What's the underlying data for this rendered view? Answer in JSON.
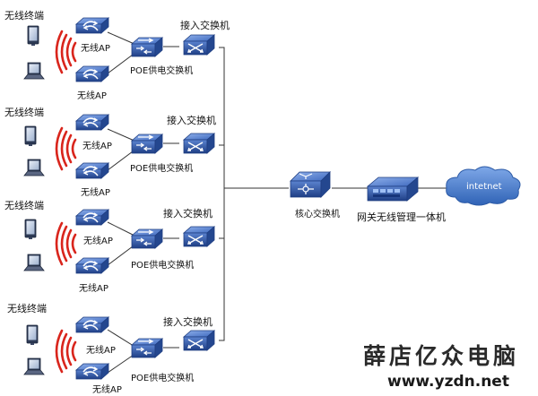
{
  "groups": [
    {
      "terminal_label": "无线终端",
      "ap_top_label": "无线AP",
      "ap_bottom_label": "无线AP",
      "poe_label": "POE供电交换机",
      "access_label": "接入交换机"
    },
    {
      "terminal_label": "无线终端",
      "ap_top_label": "无线AP",
      "ap_bottom_label": "无线AP",
      "poe_label": "POE供电交换机",
      "access_label": "接入交换机"
    },
    {
      "terminal_label": "无线终端",
      "ap_top_label": "无线AP",
      "ap_bottom_label": "无线AP",
      "poe_label": "POE供电交换机",
      "access_label": "接入交换机"
    },
    {
      "terminal_label": "无线终端",
      "ap_top_label": "无线AP",
      "ap_bottom_label": "无线AP",
      "poe_label": "POE供电交换机",
      "access_label": "接入交换机"
    }
  ],
  "core_switch_label": "核心交换机",
  "gateway_label": "网关无线管理一体机",
  "internet_label": "intetnet",
  "watermark": {
    "brand": "薛店亿众电脑",
    "url": "www.yzdn.net"
  },
  "colors": {
    "device_blue": "#2b54a6",
    "device_blue_dark": "#1e3d80",
    "device_blue_light": "#6f92d6",
    "signal_red": "#d9251c",
    "line": "#333333",
    "cloud": "#4f83d1"
  },
  "icons": [
    "desktop-monitor-icon",
    "laptop-icon",
    "wireless-signal-icon",
    "wireless-ap-icon",
    "switch-icon",
    "access-switch-icon",
    "core-switch-icon",
    "gateway-icon",
    "cloud-icon"
  ]
}
